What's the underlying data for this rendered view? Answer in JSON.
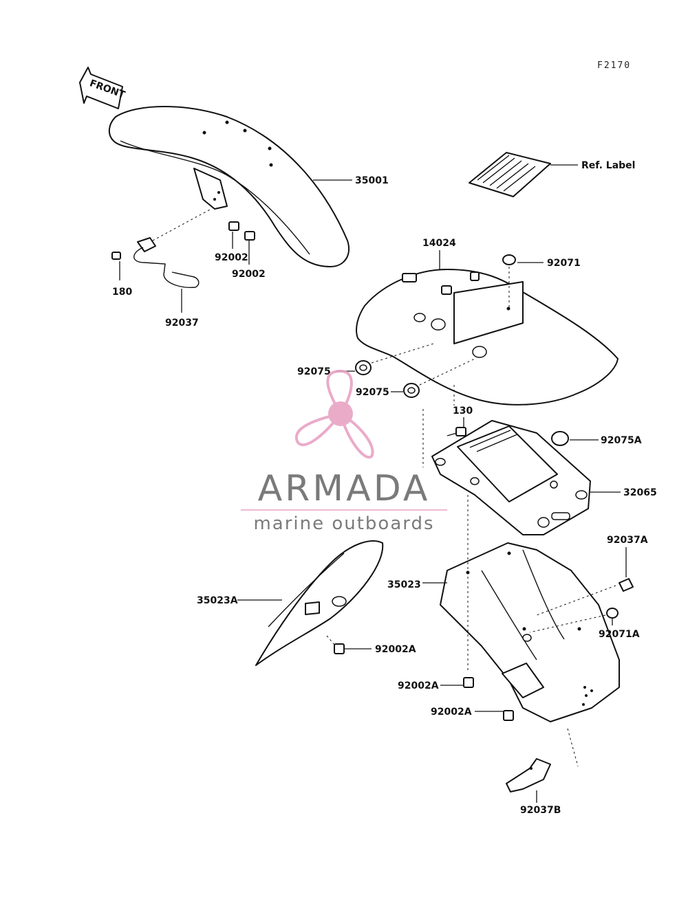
{
  "diagram": {
    "code": "F2170",
    "front_arrow_label": "FRONT",
    "ref_label": "Ref. Label",
    "callouts": {
      "p35001": "35001",
      "p92002_a": "92002",
      "p92002_b": "92002",
      "p180": "180",
      "p92037": "92037",
      "p14024": "14024",
      "p92071": "92071",
      "p92075_a": "92075",
      "p92075_b": "92075",
      "p130": "130",
      "p92075A": "92075A",
      "p32065": "32065",
      "p92037A": "92037A",
      "p35023": "35023",
      "p35023A": "35023A",
      "p92071A": "92071A",
      "p92002A_a": "92002A",
      "p92002A_b": "92002A",
      "p92002A_c": "92002A",
      "p92037B": "92037B"
    }
  },
  "watermark": {
    "brand": "ARMADA",
    "tagline": "marine outboards",
    "logo_color": "#e8a3c4",
    "text_color": "#7a7a7a"
  }
}
